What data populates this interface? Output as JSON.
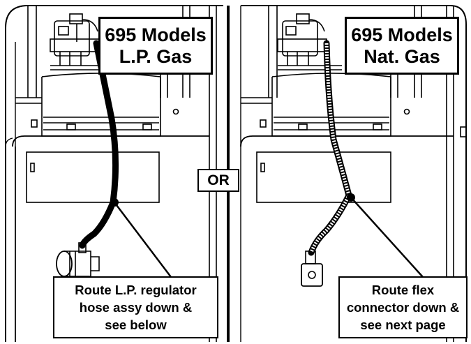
{
  "left_panel": {
    "title_line1": "695 Models",
    "title_line2": "L.P. Gas",
    "callout_line1": "Route L.P. regulator",
    "callout_line2": "hose assy down &",
    "callout_line3": "see below"
  },
  "divider": {
    "label": "OR"
  },
  "right_panel": {
    "title_line1": "695 Models",
    "title_line2": "Nat. Gas",
    "callout_line1": "Route flex",
    "callout_line2": "connector down &",
    "callout_line3": "see next page"
  },
  "colors": {
    "line": "#000000",
    "background": "#ffffff"
  }
}
